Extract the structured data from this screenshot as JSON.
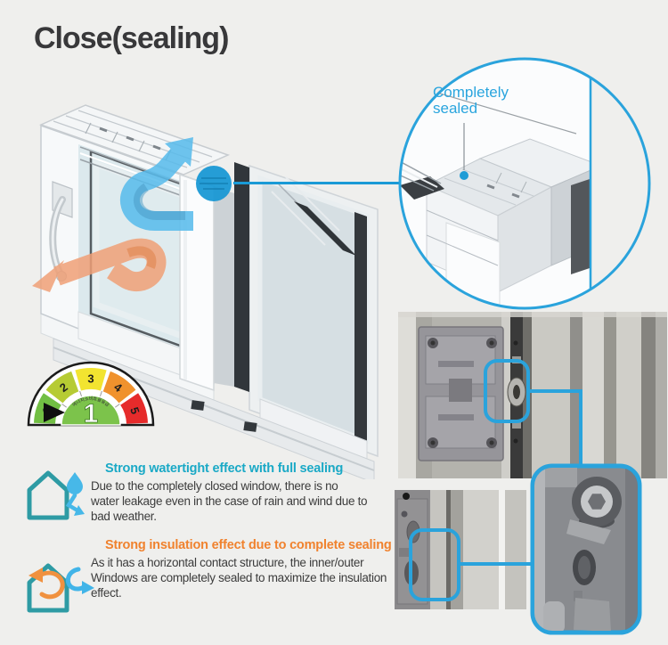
{
  "title": "Close(sealing)",
  "inset": {
    "label": "Completely\nsealed"
  },
  "gauge": {
    "grades": [
      "1",
      "2",
      "3",
      "4",
      "5"
    ],
    "current_grade": "1",
    "arc_label": "에너지소비효율등급",
    "segment_colors": [
      "#72bf44",
      "#b6cb33",
      "#f2e430",
      "#f0922d",
      "#e62b2b"
    ]
  },
  "sections": {
    "watertight": {
      "heading": "Strong watertight effect with full sealing",
      "heading_color": "#1aa9c6",
      "body": "Due to the completely closed window, there is no\nwater leakage even in the case of rain and wind due to\nbad weather."
    },
    "insulation": {
      "heading": "Strong insulation effect due to complete sealing",
      "heading_color": "#f0822e",
      "body": "As it has a horizontal contact structure, the inner/outer\nWindows are completely sealed to maximize the insulation\neffect."
    }
  },
  "colors": {
    "background": "#efefed",
    "callout_blue": "#29a3dc",
    "arrow_blue": "#56bbec",
    "arrow_orange": "#f0a077",
    "seal_dot_blue": "#1697d4"
  }
}
